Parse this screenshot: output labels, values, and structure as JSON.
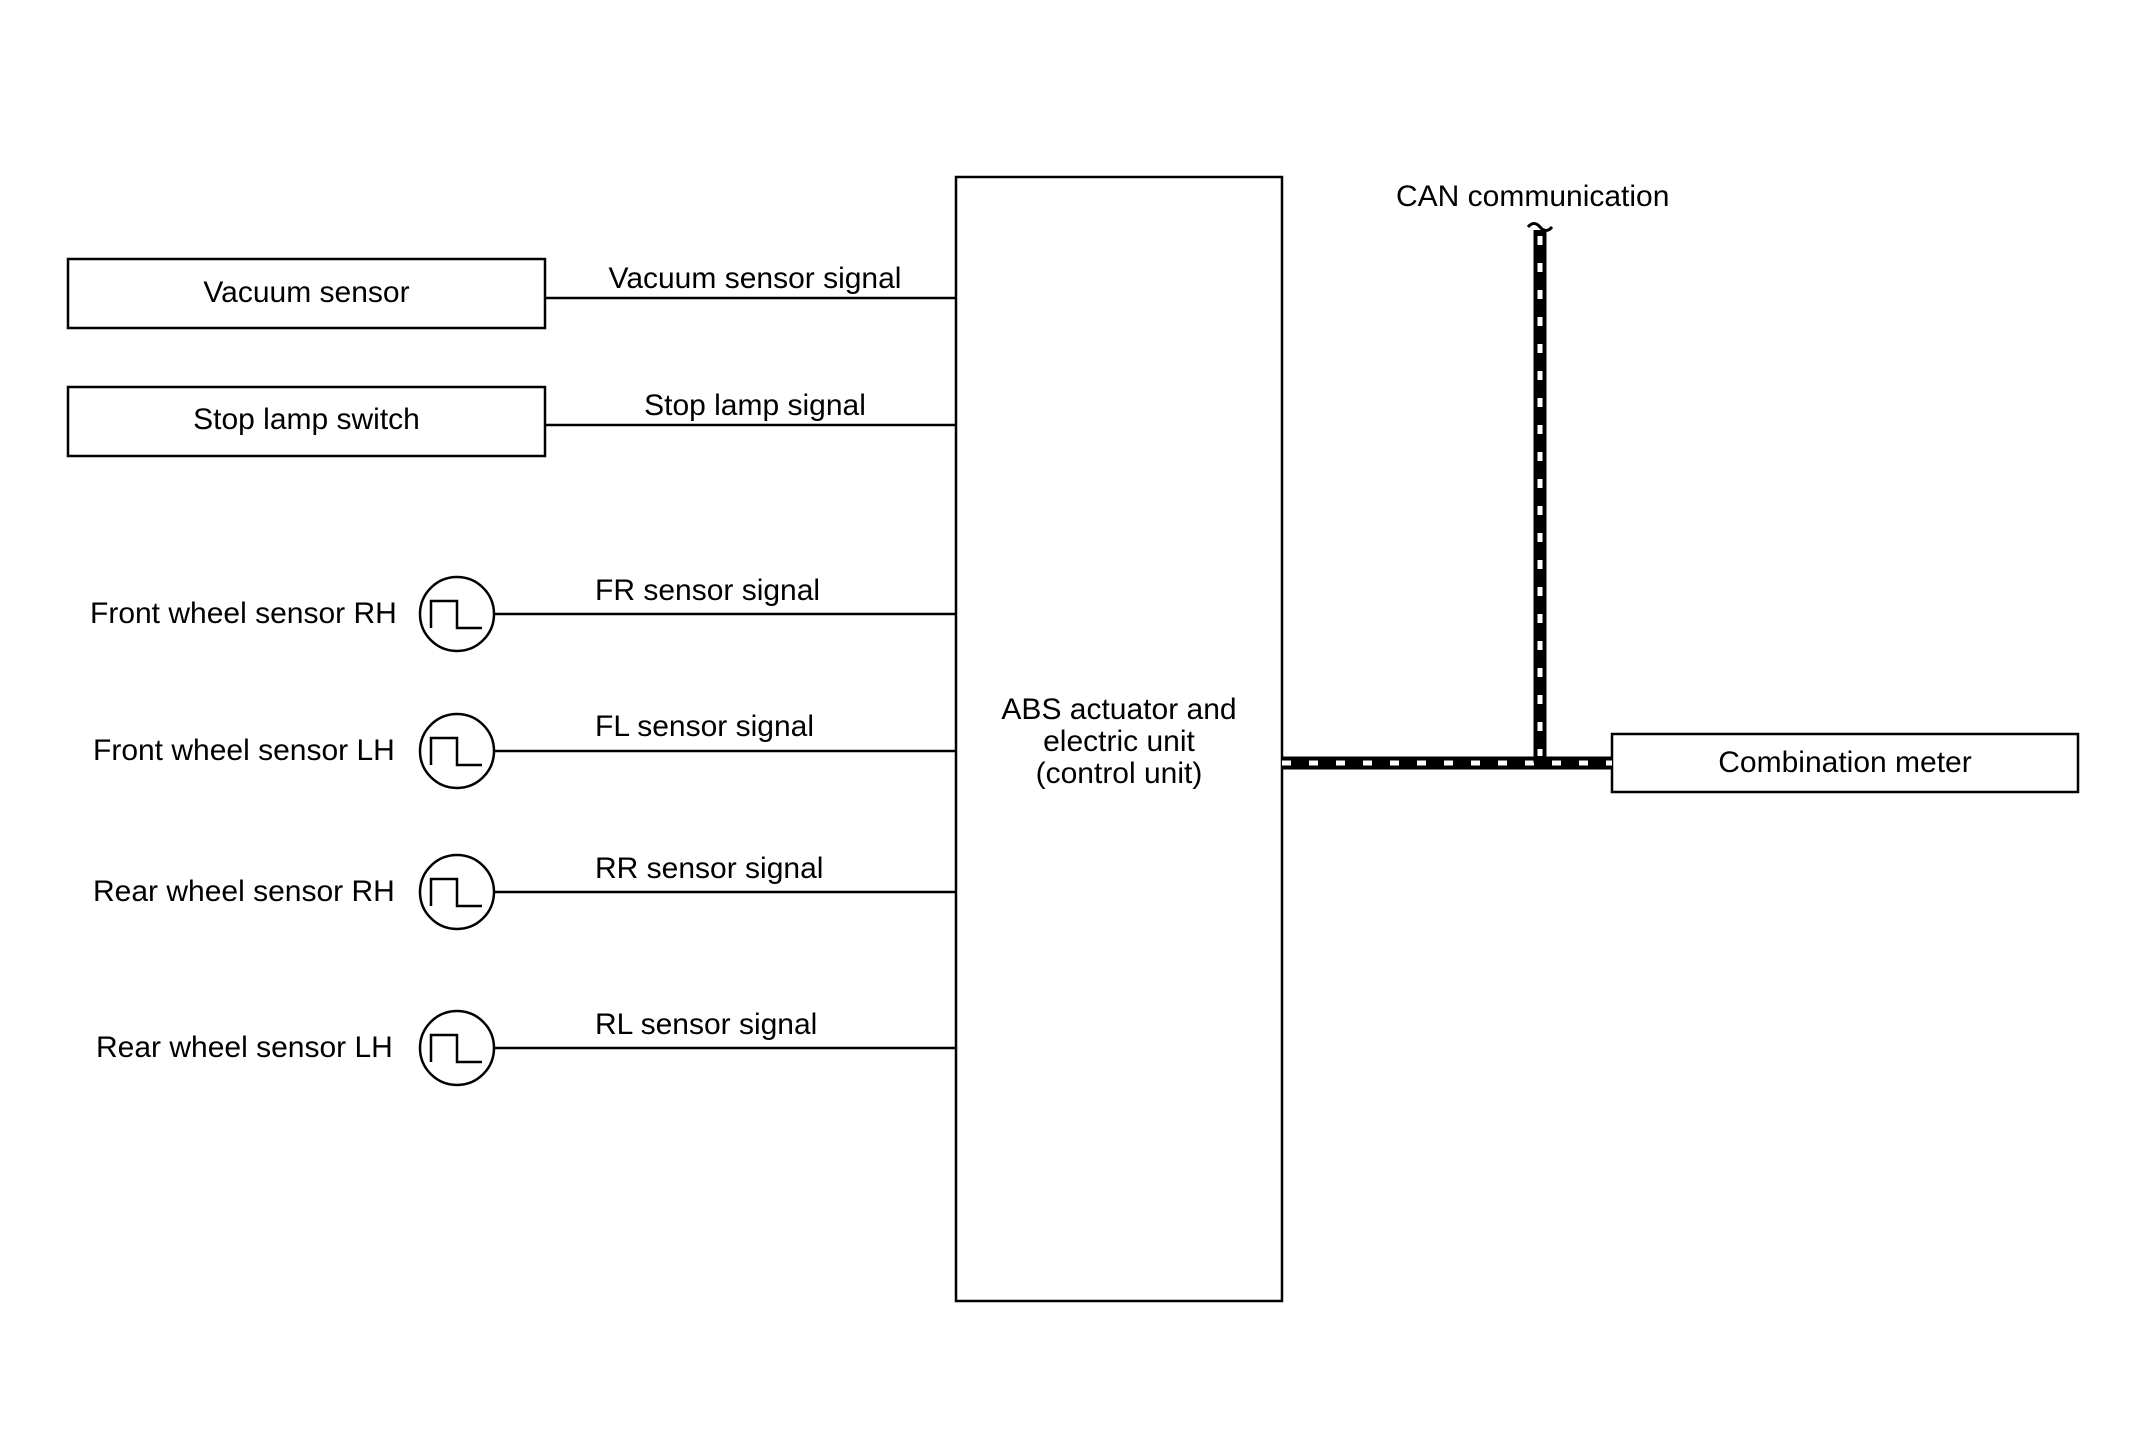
{
  "components": {
    "vacuum_sensor": "Vacuum sensor",
    "stop_lamp_switch": "Stop lamp switch",
    "front_wheel_rh": "Front wheel sensor RH",
    "front_wheel_lh": "Front wheel sensor LH",
    "rear_wheel_rh": "Rear wheel sensor RH",
    "rear_wheel_lh": "Rear wheel sensor LH",
    "abs_unit_line1": "ABS actuator and",
    "abs_unit_line2": "electric unit",
    "abs_unit_line3": "(control unit)",
    "combination_meter": "Combination meter"
  },
  "signals": {
    "vacuum": "Vacuum sensor signal",
    "stop_lamp": "Stop lamp signal",
    "fr": "FR sensor signal",
    "fl": "FL sensor signal",
    "rr": "RR sensor signal",
    "rl": "RL sensor signal"
  },
  "network": {
    "can": "CAN communication"
  },
  "colors": {
    "line": "#000000",
    "background": "#ffffff"
  }
}
